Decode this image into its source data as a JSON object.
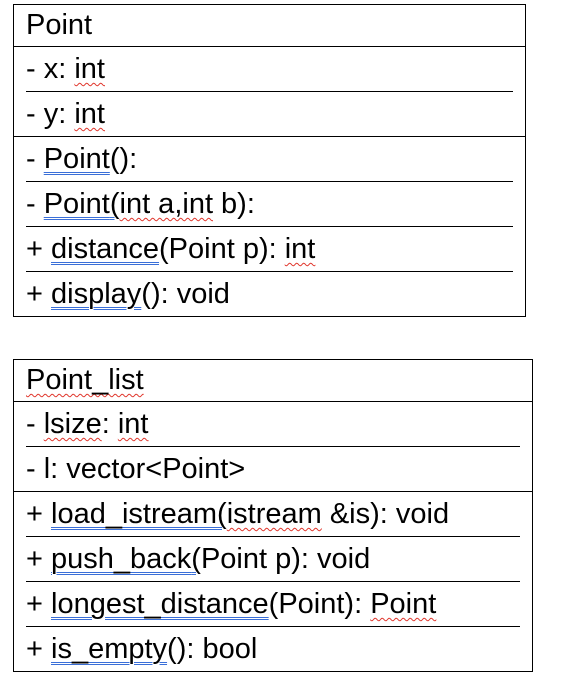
{
  "classes": [
    {
      "name": "Point",
      "attributes": [
        {
          "vis": "- ",
          "name": "x",
          "sep": ": ",
          "type": "int"
        },
        {
          "vis": "- ",
          "name": "y",
          "sep": ": ",
          "type": "int"
        }
      ],
      "methods": [
        {
          "vis": "- ",
          "name": "Point",
          "rest": "():"
        },
        {
          "vis": "- ",
          "name": "Point",
          "paren": "(",
          "params": "int a,int",
          "rest": " b):"
        },
        {
          "vis": "+ ",
          "name": "distance",
          "params": "(Point p): ",
          "ret": "int"
        },
        {
          "vis": "+ ",
          "name": "display",
          "rest": "(): void"
        }
      ]
    },
    {
      "name": "Point_list",
      "attributes": [
        {
          "vis": "- ",
          "name": "lsize",
          "sep": ": ",
          "type": "int"
        },
        {
          "vis": "- ",
          "name": "l",
          "sep": ": ",
          "type": "vector<Point>"
        }
      ],
      "methods": [
        {
          "vis": "+ ",
          "name": "load_istream",
          "paren": "(",
          "params": "istream",
          "rest": " &is): void"
        },
        {
          "vis": "+ ",
          "name": "push_back",
          "paren": "(",
          "params": "Point p): void"
        },
        {
          "vis": "+ ",
          "name": "longest_distance",
          "params": "(Point): ",
          "ret": "Point"
        },
        {
          "vis": "+ ",
          "name": "is_empty",
          "rest": "(): bool"
        }
      ]
    }
  ]
}
